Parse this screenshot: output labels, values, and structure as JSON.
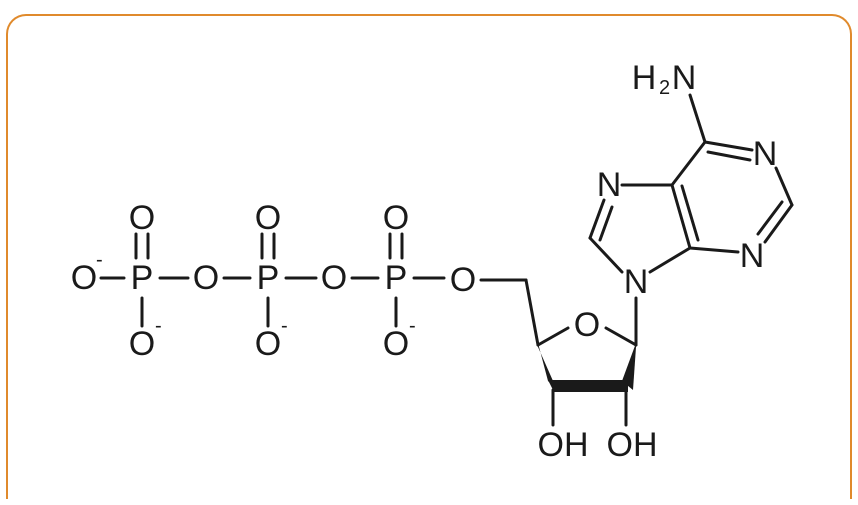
{
  "frame": {
    "border_color": "#e08a2c"
  },
  "molecule": {
    "bond_color": "#1a1a1a",
    "phosphates": [
      {
        "p": "P",
        "top_o": "O",
        "bottom_o": "O",
        "bottom_charge": "-"
      },
      {
        "p": "P",
        "top_o": "O",
        "bottom_o": "O",
        "bottom_charge": "-"
      },
      {
        "p": "P",
        "top_o": "O",
        "bottom_o": "O",
        "bottom_charge": "-"
      }
    ],
    "terminal_o": "O",
    "terminal_charge": "-",
    "bridge_o": [
      "O",
      "O",
      "O"
    ],
    "ring_o": "O",
    "n9": "N",
    "n7": "N",
    "n1": "N",
    "n3": "N",
    "amine": {
      "h": "H",
      "h_count": "2",
      "n": "N"
    },
    "hydroxyls": [
      "OH",
      "OH"
    ]
  }
}
